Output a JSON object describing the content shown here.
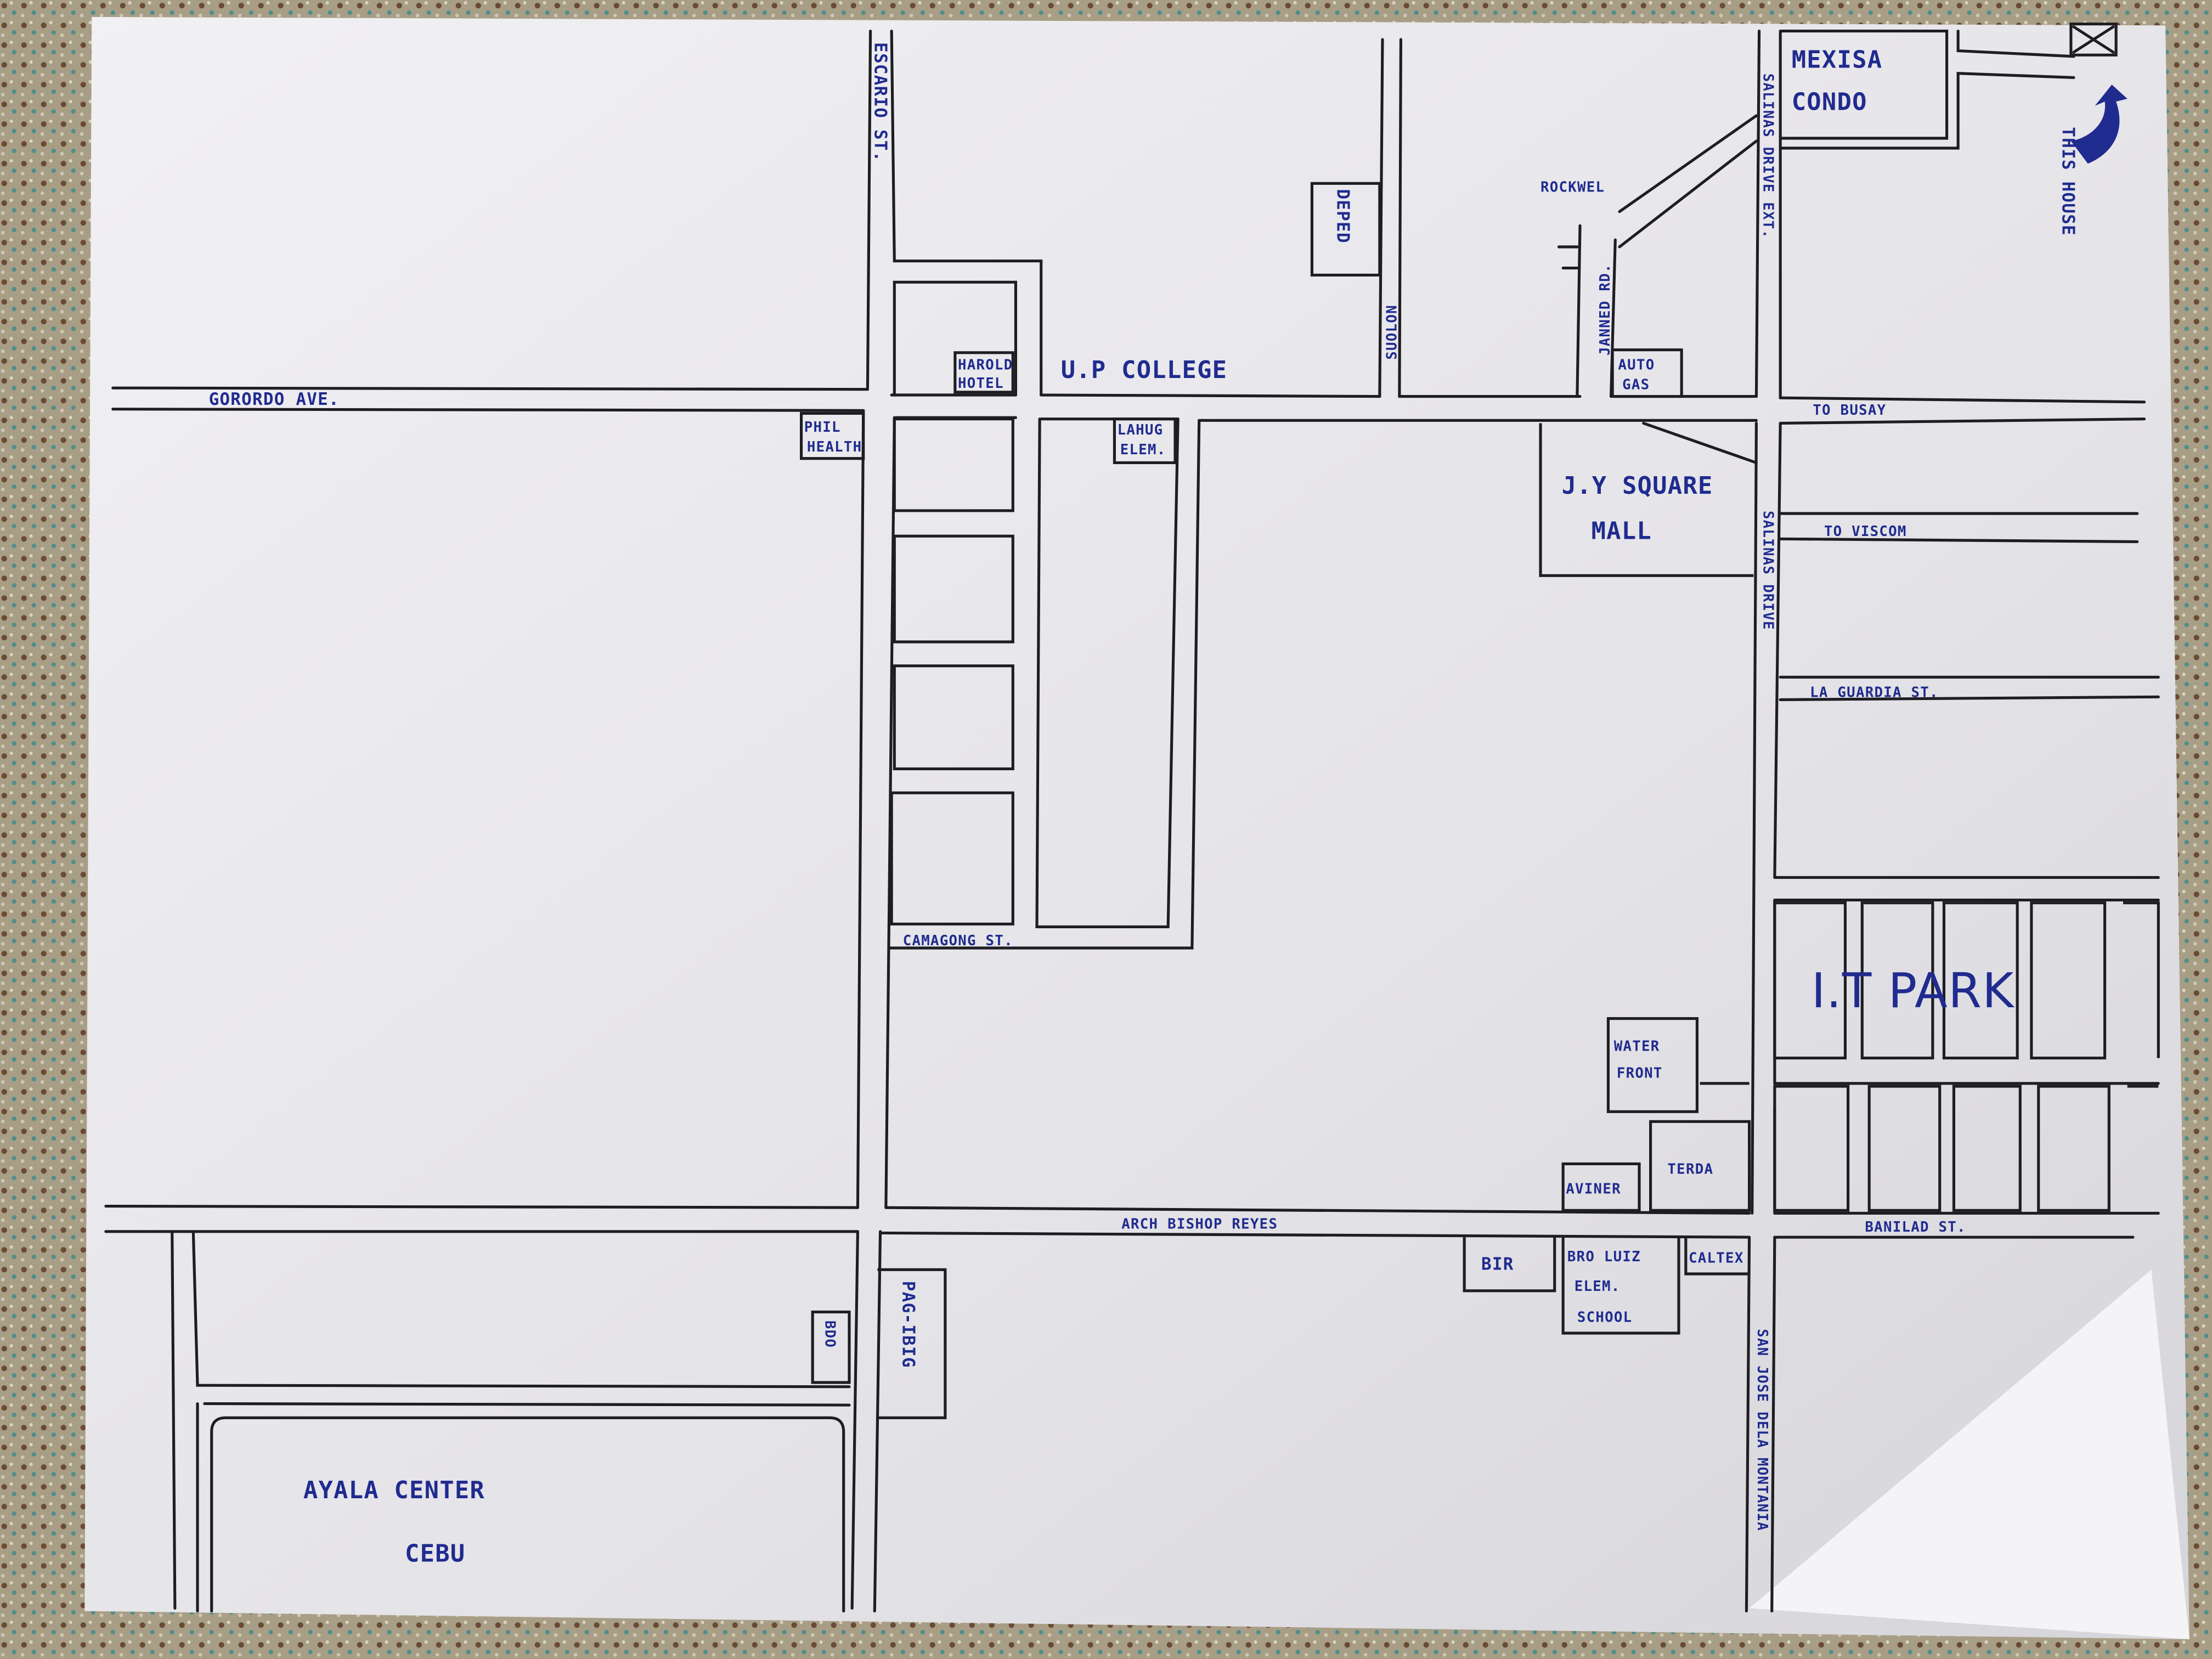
{
  "map": {
    "colors": {
      "ink": "#1f2b8f",
      "paper": "#eeedf0",
      "background": "#a89e86",
      "line": "#1e1e22"
    },
    "streets": {
      "gorordo": "GORORDO AVE.",
      "escario": "ESCARIO ST.",
      "sudlon": "SUOLON",
      "salinas_ext": "SALINAS DRIVE EXT.",
      "salinas": "SALINAS DRIVE",
      "janned": "JANNED RD.",
      "rockwel": "ROCKWEL",
      "busay": "TO BUSAY",
      "viscom": "TO VISCOM",
      "la_guardia": "LA GUARDIA ST.",
      "camagong": "CAMAGONG ST.",
      "archbishop": "ARCH BISHOP REYES",
      "banilad": "BANILAD ST.",
      "san_jose": "SAN JOSE DELA MONTANIA"
    },
    "places": {
      "condo_1": "MEXISA",
      "condo_2": "CONDO",
      "house": "THIS HOUSE",
      "deped": "DEPED",
      "hotel_1": "HAROLD",
      "hotel_2": "HOTEL",
      "up": "U.P COLLEGE",
      "phil_1": "PHIL",
      "phil_2": "HEALTH",
      "lahug_1": "LAHUG",
      "lahug_2": "ELEM.",
      "autogas_1": "AUTO",
      "autogas_2": "GAS",
      "jy_1": "J.Y SQUARE",
      "jy_2": "MALL",
      "itpark": "I.T PARK",
      "water_1": "WATER",
      "water_2": "FRONT",
      "terda": "TERDA",
      "aviner": "AVINER",
      "bir": "BIR",
      "bro_1": "BRO LUIZ",
      "bro_2": "ELEM.",
      "bro_3": "SCHOOL",
      "caltex": "CALTEX",
      "bdo": "BDO",
      "pagibig": "PAG-IBIG",
      "ayala_1": "AYALA CENTER",
      "ayala_2": "CEBU"
    }
  }
}
